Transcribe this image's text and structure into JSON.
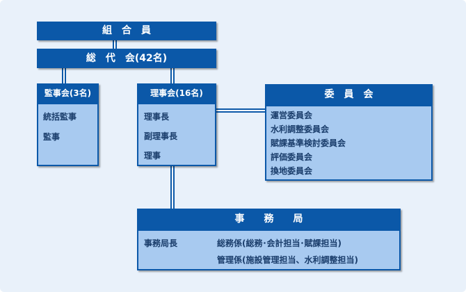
{
  "union_members": "組　合　員",
  "general_assembly": "総　代　会(42名)",
  "auditors": {
    "title": "監事会(3名)",
    "items": [
      "統括監事",
      "監事"
    ]
  },
  "board": {
    "title": "理事会(16名)",
    "items": [
      "理事長",
      "副理事長",
      "理事"
    ]
  },
  "committees": {
    "title": "委　員　会",
    "items": [
      "運営委員会",
      "水利調整委員会",
      "賦課基準検討委員会",
      "評価委員会",
      "換地委員会"
    ]
  },
  "secretariat": {
    "title": "事　　務　　局",
    "head": "事務局長",
    "sections": [
      "総務係(総務･会計担当･賦課担当)",
      "管理係(施設管理担当、水利調整担当)"
    ]
  }
}
